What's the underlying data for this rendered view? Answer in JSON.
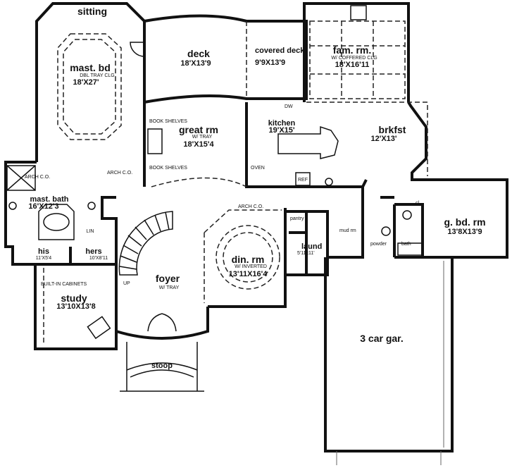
{
  "plan": {
    "rooms": {
      "sitting": {
        "name": "sitting"
      },
      "master_bed": {
        "name": "mast. bd",
        "note": "DBL TRAY CLG",
        "dims": "18'X27'"
      },
      "deck": {
        "name": "deck",
        "dims": "18'X13'9"
      },
      "covered_deck": {
        "name": "covered deck",
        "dims": "9'9X13'9"
      },
      "family_room": {
        "name": "fam. rm.",
        "note": "W/ COFFERED CLG",
        "dims": "18'X16'11"
      },
      "great_room": {
        "name": "great rm",
        "note": "W/ TRAY",
        "dims": "18'X15'4"
      },
      "kitchen": {
        "name": "kitchen",
        "dims": "19'X15'"
      },
      "breakfast": {
        "name": "brkfst",
        "dims": "12'X13'"
      },
      "master_bath": {
        "name": "mast. bath",
        "dims": "16'X12'3"
      },
      "his_closet": {
        "name": "his",
        "dims": "11'X5'4"
      },
      "hers_closet": {
        "name": "hers",
        "dims": "10'X8'11"
      },
      "linen": {
        "name": "LIN"
      },
      "study": {
        "name": "study",
        "dims": "13'10X13'8"
      },
      "foyer": {
        "name": "foyer",
        "note": "W/ TRAY"
      },
      "dining_room": {
        "name": "din. rm",
        "note": "W/ INVERTED",
        "dims": "13'11X16'4"
      },
      "pantry": {
        "name": "pantry"
      },
      "laundry": {
        "name": "laund",
        "dims": "5'11x11'"
      },
      "mud_room": {
        "name": "mud rm"
      },
      "powder": {
        "name": "powder"
      },
      "bath": {
        "name": "bath"
      },
      "guest_bedroom": {
        "name": "g. bd. rm",
        "dims": "13'8X13'9"
      },
      "garage": {
        "name": "3 car gar."
      },
      "stoop": {
        "name": "stoop"
      }
    },
    "annotations": {
      "arch_co": "ARCH C.O.",
      "book_shelves": "BOOK SHELVES",
      "ref": "REF",
      "oven": "OVEN",
      "dw": "DW",
      "cl": "cl",
      "up": "UP",
      "bench": "BUILT-IN CABINETS"
    }
  }
}
